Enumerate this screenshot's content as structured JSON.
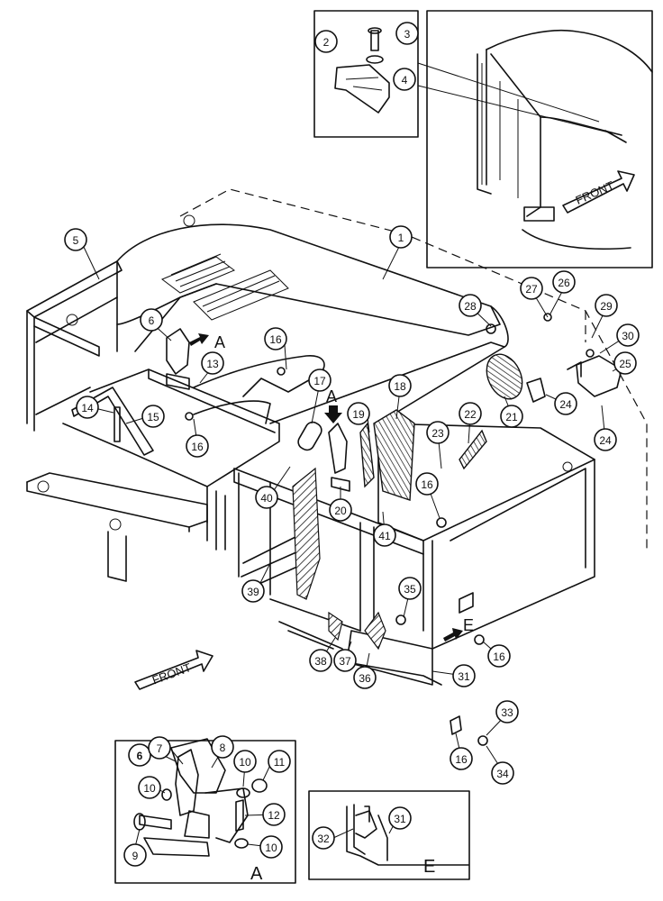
{
  "view_letters": {
    "a_arrow_main": "A",
    "a_arrow_mid": "A",
    "a_detail": "A",
    "e_arrow": "E",
    "e_detail": "E"
  },
  "front_labels": {
    "inset": "FRONT",
    "main": "FRONT"
  },
  "callouts": {
    "c1": "1",
    "c2": "2",
    "c3": "3",
    "c4": "4",
    "c5": "5",
    "c6": "6",
    "c6b": "6",
    "c7": "7",
    "c8": "8",
    "c9": "9",
    "c10a": "10",
    "c10b": "10",
    "c10c": "10",
    "c11": "11",
    "c12": "12",
    "c13": "13",
    "c14": "14",
    "c15": "15",
    "c16a": "16",
    "c16b": "16",
    "c16c": "16",
    "c16d": "16",
    "c16e": "16",
    "c17": "17",
    "c18": "18",
    "c19": "19",
    "c20": "20",
    "c21": "21",
    "c22": "22",
    "c23": "23",
    "c24a": "24",
    "c24b": "24",
    "c25": "25",
    "c26": "26",
    "c27": "27",
    "c28": "28",
    "c29": "29",
    "c30": "30",
    "c31a": "31",
    "c31b": "31",
    "c32": "32",
    "c33": "33",
    "c34": "34",
    "c35": "35",
    "c36": "36",
    "c37": "37",
    "c38": "38",
    "c39": "39",
    "c40": "40",
    "c41": "41"
  }
}
